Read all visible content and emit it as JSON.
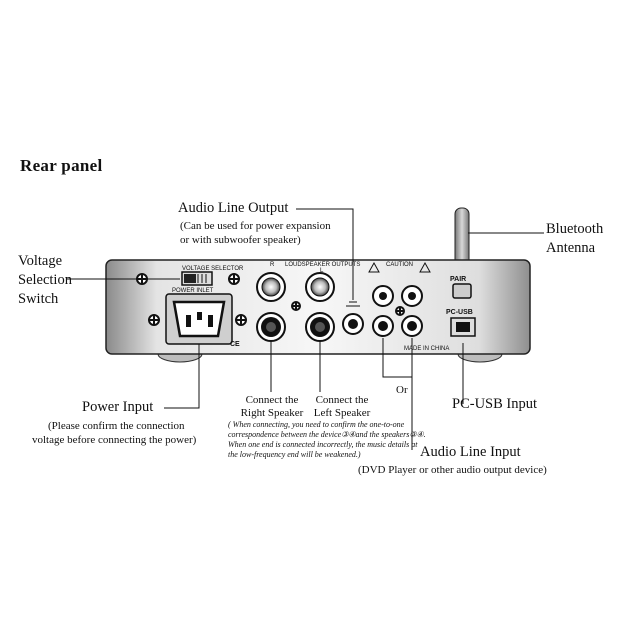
{
  "title": "Rear panel",
  "labels": {
    "audio_line_output": "Audio Line Output",
    "audio_line_output_note_1": "(Can be used for power expansion",
    "audio_line_output_note_2": "or with subwoofer speaker)",
    "voltage_1": "Voltage",
    "voltage_2": "Selection",
    "voltage_3": "Switch",
    "bluetooth_1": "Bluetooth",
    "bluetooth_2": "Antenna",
    "power_input": "Power Input",
    "power_input_note_1": "(Please confirm the connection",
    "power_input_note_2": "voltage before connecting the power)",
    "right_speaker_1": "Connect the",
    "right_speaker_2": "Right Speaker",
    "left_speaker_1": "Connect the",
    "left_speaker_2": "Left Speaker",
    "speaker_note_1": "( When connecting, you need to confirm the one-to-one",
    "speaker_note_2": "correspondence between the device③④and the speakers③④.",
    "speaker_note_3": "When one end is connected incorrectly, the music details at",
    "speaker_note_4": "the low-frequency end will be weakened.)",
    "or": "Or",
    "pc_usb_input": "PC-USB Input",
    "audio_line_input": "Audio Line Input",
    "audio_line_input_note": "(DVD Player or other audio output device)"
  },
  "device": {
    "voltage_marking": "VOLTAGE SELECTOR",
    "power_marking": "POWER INLET",
    "speaker_outputs": "LOUDSPEAKER OUTPUTS",
    "right": "R",
    "left": "L",
    "caution": "CAUTION",
    "pair": "PAIR",
    "pc_usb": "PC-USB",
    "made_in": "MADE IN CHINA",
    "ce": "CE"
  }
}
